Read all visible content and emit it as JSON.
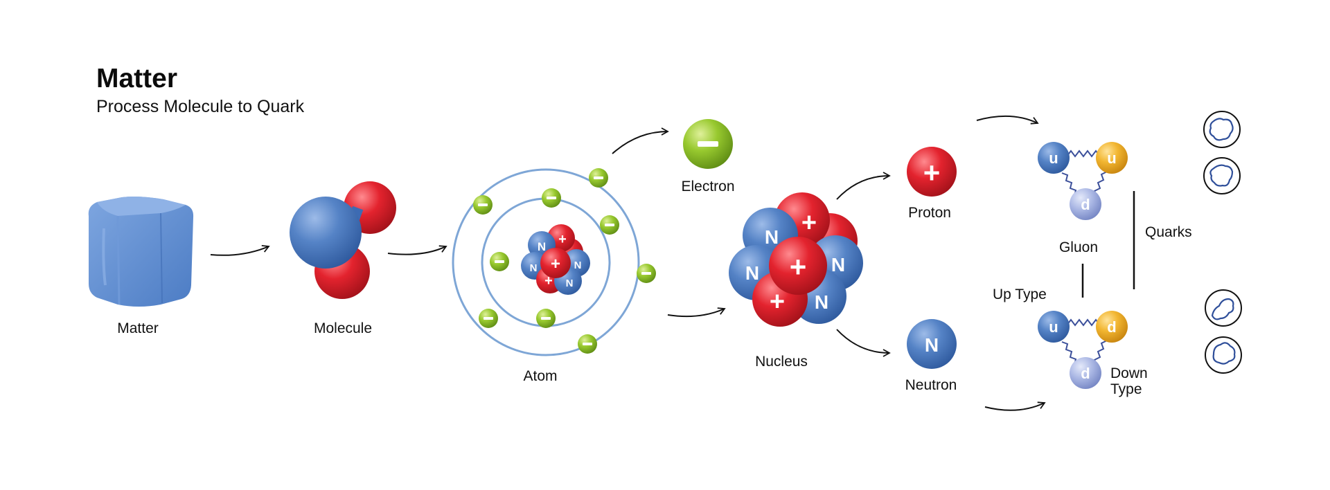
{
  "title": "Matter",
  "subtitle": "Process Molecule to Quark",
  "labels": {
    "matter": "Matter",
    "molecule": "Molecule",
    "atom": "Atom",
    "electron": "Electron",
    "nucleus": "Nucleus",
    "proton": "Proton",
    "neutron": "Neutron",
    "gluon": "Gluon",
    "quarks": "Quarks",
    "up_type": "Up Type",
    "down_type_line1": "Down",
    "down_type_line2": "Type"
  },
  "symbols": {
    "plus": "+",
    "minus": "−",
    "neutron": "N",
    "up": "u",
    "down": "d"
  },
  "colors": {
    "blue": "#4f7fc2",
    "red": "#e3232e",
    "green": "#8fc22b",
    "yellow": "#f2b631",
    "lavender": "#a8b6e3",
    "orbit": "#7ea6d6",
    "gluon": "#3b4f9a",
    "ice": "#5b8bd0"
  }
}
